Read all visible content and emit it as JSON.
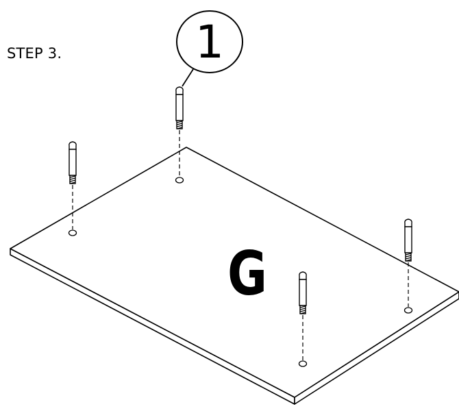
{
  "step": {
    "label": "STEP 3."
  },
  "panel": {
    "label": "G"
  },
  "callout": {
    "number": "1"
  },
  "part": {
    "name": "dowel",
    "count": 4
  }
}
